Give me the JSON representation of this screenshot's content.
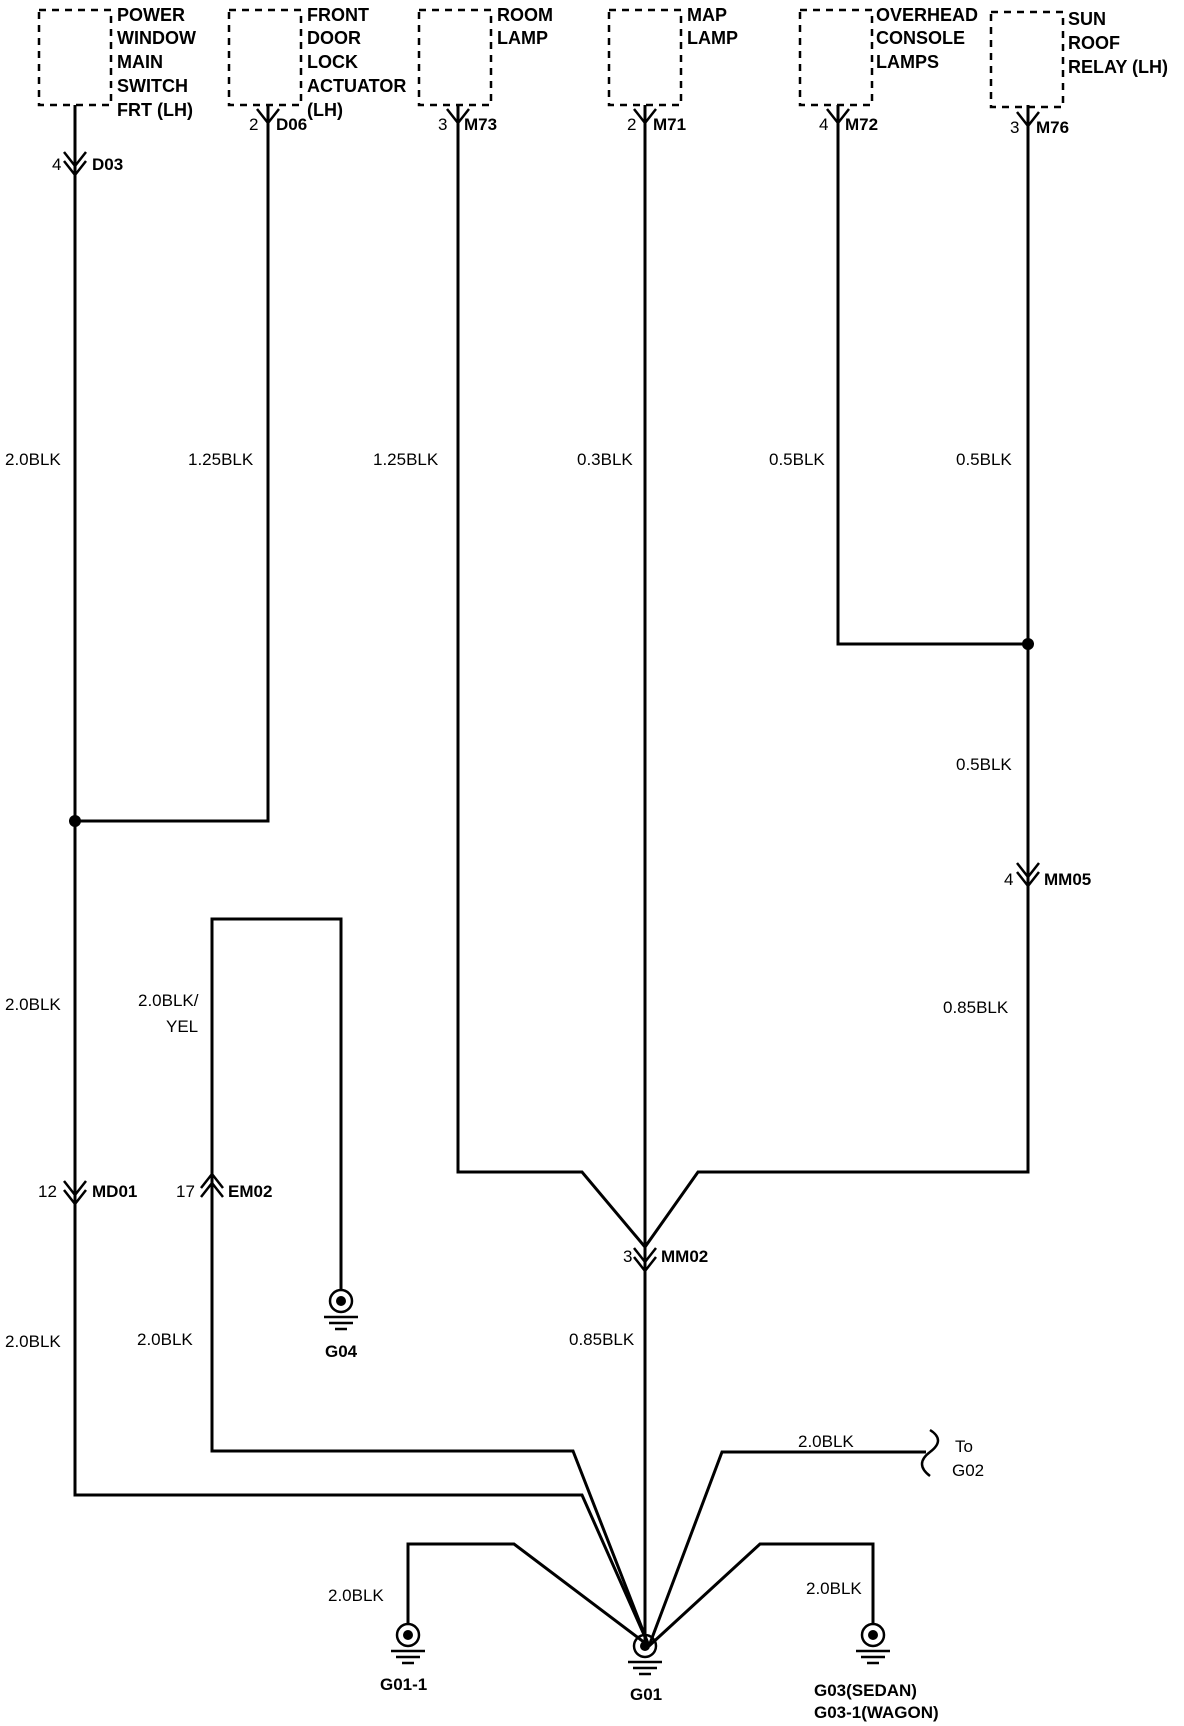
{
  "components": [
    {
      "id": "pwr",
      "lines": [
        "POWER",
        "WINDOW",
        "MAIN",
        "SWITCH",
        "FRT (LH)"
      ]
    },
    {
      "id": "fdl",
      "lines": [
        "FRONT",
        "DOOR",
        "LOCK",
        "ACTUATOR",
        "(LH)"
      ]
    },
    {
      "id": "room",
      "lines": [
        "ROOM",
        "LAMP"
      ]
    },
    {
      "id": "map",
      "lines": [
        "MAP",
        "LAMP"
      ]
    },
    {
      "id": "ovh",
      "lines": [
        "OVERHEAD",
        "CONSOLE",
        "LAMPS"
      ]
    },
    {
      "id": "sun",
      "lines": [
        "SUN",
        "ROOF",
        "RELAY (LH)"
      ]
    }
  ],
  "connectors": [
    {
      "id": "d03",
      "pin": "4",
      "name": "D03"
    },
    {
      "id": "d06",
      "pin": "2",
      "name": "D06"
    },
    {
      "id": "m73",
      "pin": "3",
      "name": "M73"
    },
    {
      "id": "m71",
      "pin": "2",
      "name": "M71"
    },
    {
      "id": "m72",
      "pin": "4",
      "name": "M72"
    },
    {
      "id": "m76",
      "pin": "3",
      "name": "M76"
    },
    {
      "id": "mm05",
      "pin": "4",
      "name": "MM05"
    },
    {
      "id": "md01",
      "pin": "12",
      "name": "MD01"
    },
    {
      "id": "em02",
      "pin": "17",
      "name": "EM02"
    },
    {
      "id": "mm02",
      "pin": "3",
      "name": "MM02"
    }
  ],
  "wires": {
    "w1": "2.0BLK",
    "w2": "1.25BLK",
    "w3": "1.25BLK",
    "w4": "0.3BLK",
    "w5": "0.5BLK",
    "w6": "0.5BLK",
    "w7": "0.5BLK",
    "w8": "2.0BLK",
    "w9a": "2.0BLK/",
    "w9b": "YEL",
    "w10": "0.85BLK",
    "w11": "2.0BLK",
    "w12": "2.0BLK",
    "w13": "0.85BLK",
    "w14": "2.0BLK",
    "w15": "2.0BLK",
    "w16": "2.0BLK"
  },
  "grounds": {
    "g04": "G04",
    "g011": "G01-1",
    "g01": "G01",
    "g03a": "G03(SEDAN)",
    "g03b": "G03-1(WAGON)"
  },
  "to_ref": {
    "line1": "To",
    "line2": "G02"
  }
}
